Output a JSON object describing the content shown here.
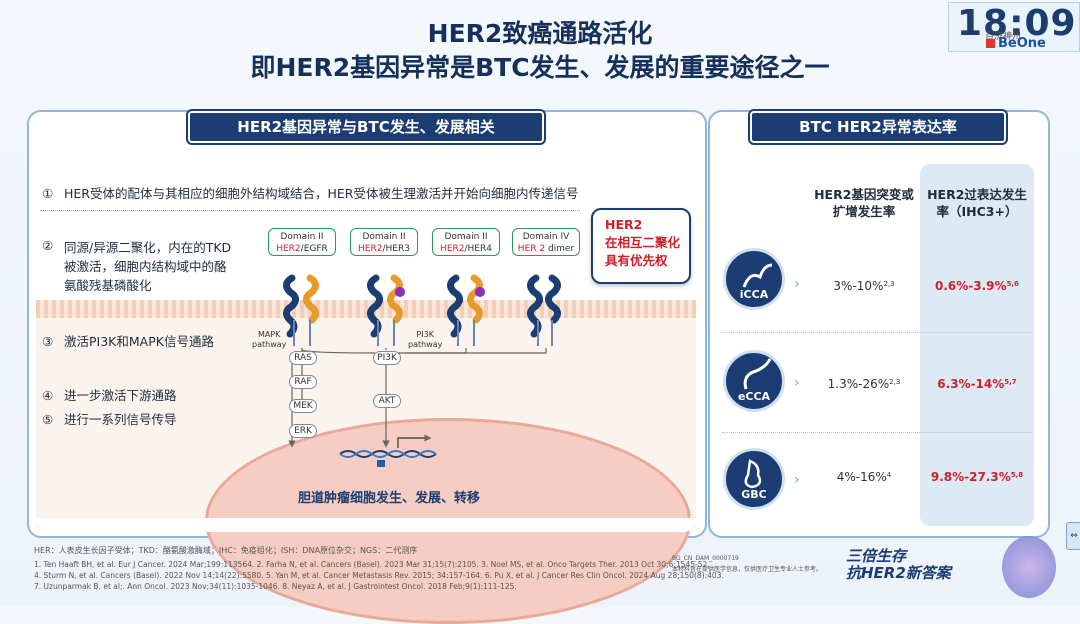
{
  "title": {
    "line1": "HER2致癌通路活化",
    "line2": "即HER2基因异常是BTC发生、发展的重要途径之一"
  },
  "clock": {
    "time": "18:09",
    "sub": "百济神州"
  },
  "brand": "BeOne",
  "left": {
    "tab": "HER2基因异常与BTC发生、发展相关",
    "steps": [
      {
        "num": "①",
        "text": "HER受体的配体与其相应的细胞外结构域结合，HER受体被生理激活并开始向细胞内传递信号"
      },
      {
        "num": "②",
        "text": "同源/异源二聚化，内在的TKD被激活，细胞内结构域中的酪氨酸残基磷酸化"
      },
      {
        "num": "③",
        "text": "激活PI3K和MAPK信号通路"
      },
      {
        "num": "④",
        "text": "进一步激活下游通路"
      },
      {
        "num": "⑤",
        "text": "进行一系列信号传导"
      }
    ],
    "domains": [
      {
        "d": "Domain II",
        "her": "HER2",
        "partner": "/EGFR"
      },
      {
        "d": "Domain II",
        "her": "HER2",
        "partner": "/HER3"
      },
      {
        "d": "Domain II",
        "her": "HER2",
        "partner": "/HER4"
      },
      {
        "d": "Domain IV",
        "her": "HER 2",
        "partner": " dimer"
      }
    ],
    "her2_note": [
      "HER2",
      "在相互二聚化",
      "具有优先权"
    ],
    "mapk_label": [
      "MAPK",
      "pathway"
    ],
    "pi3k_label": [
      "PI3K",
      "pathway"
    ],
    "mapk_chain": [
      "RAS",
      "RAF",
      "MEK",
      "ERK"
    ],
    "pi3k_chain": [
      "PI3K",
      "AKT"
    ],
    "outcome": "胆道肿瘤细胞发生、发展、转移"
  },
  "right": {
    "tab": "BTC HER2异常表达率",
    "col1_header": "HER2基因突变或扩增发生率",
    "col2_header": "HER2过表达发生率（IHC3+）",
    "rows": [
      {
        "name": "iCCA",
        "col1": "3%-10%",
        "col1_ref": "2,3",
        "col2": "0.6%-3.9%",
        "col2_ref": "5,6"
      },
      {
        "name": "eCCA",
        "col1": "1.3%-26%",
        "col1_ref": "2,3",
        "col2": "6.3%-14%",
        "col2_ref": "5,7"
      },
      {
        "name": "GBC",
        "col1": "4%-16%",
        "col1_ref": "4",
        "col2": "9.8%-27.3%",
        "col2_ref": "5,8"
      }
    ]
  },
  "footer": {
    "abbrev": "HER：人表皮生长因子受体；TKD：酪氨酸激酶域；IHC：免疫组化；ISH：DNA原位杂交；NGS：二代测序",
    "refs": [
      "1. Ten Haaft BH, et al. Eur J Cancer. 2024 Mar;199:113564.   2. Farha N, et al. Cancers (Basel). 2023 Mar 31;15(7):2105.   3. Noel MS, et al. Onco Targets Ther. 2013 Oct 30;6:1545-52.",
      "4. Sturm N, et al. Cancers (Basel). 2022 Nov 14;14(22):5580.   5. Yan M, et al. Cancer Metastasis Rev. 2015; 34:157-164.   6. Pu X, et al. J Cancer Res Clin Oncol. 2024 Aug 28;150(8):403.",
      "7. Uzunparmak B, et al;. Ann Oncol. 2023 Nov;34(11):1035-1046.   8. Neyaz A, et al. J Gastrointest Oncol. 2018 Feb;9(1):111-125."
    ],
    "code": "BG_CN_DAM_0000719",
    "disclaimer": "本材料旨在提供医学信息，仅供医疗卫生专业人士参考。"
  },
  "promo": {
    "line1": "三倍生存",
    "line2": "抗HER2新答案"
  },
  "colors": {
    "navy": "#1b3d73",
    "red": "#d0202b",
    "green": "#2e9a54"
  }
}
